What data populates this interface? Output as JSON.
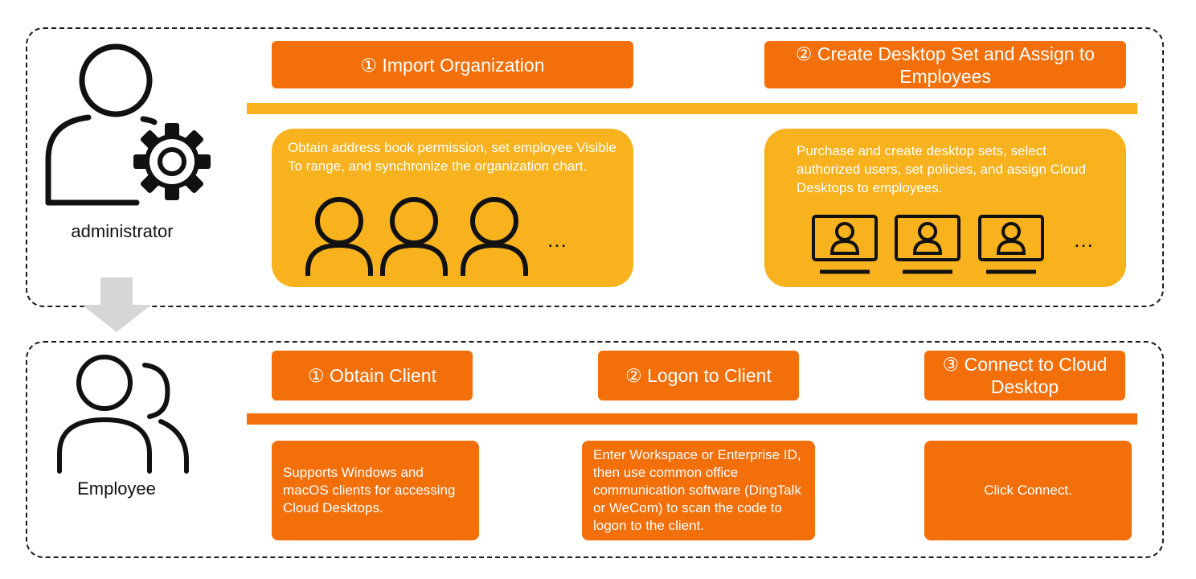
{
  "colors": {
    "orange": "#f26f0a",
    "yellow": "#f8b21e",
    "arrow_gray": "#d6d6d6",
    "outline": "#1a1a1a"
  },
  "admin": {
    "label": "administrator",
    "icon": "user-gear-icon",
    "steps": [
      {
        "label": "① Import Organization"
      },
      {
        "label": "② Create Desktop Set and Assign to Employees"
      }
    ],
    "cards": [
      {
        "text": "Obtain address book permission, set employee Visible To range, and synchronize the organization chart.",
        "icon": "person-icon",
        "ellipsis": "…"
      },
      {
        "text": "Purchase and create desktop sets, select authorized users, set policies, and assign Cloud Desktops to employees.",
        "icon": "monitor-user-icon",
        "ellipsis": "…"
      }
    ]
  },
  "flow_arrow_icon": "down-arrow-icon",
  "employee": {
    "label": "Employee",
    "icon": "users-icon",
    "steps": [
      {
        "label": "① Obtain Client"
      },
      {
        "label": "② Logon to Client"
      },
      {
        "label": "③ Connect to Cloud Desktop"
      }
    ],
    "cards": [
      {
        "text": "Supports Windows and macOS clients for accessing Cloud Desktops."
      },
      {
        "text": "Enter Workspace or Enterprise ID, then use common office communication software (DingTalk or WeCom) to scan the code to logon to the client."
      },
      {
        "text": "Click Connect."
      }
    ]
  }
}
